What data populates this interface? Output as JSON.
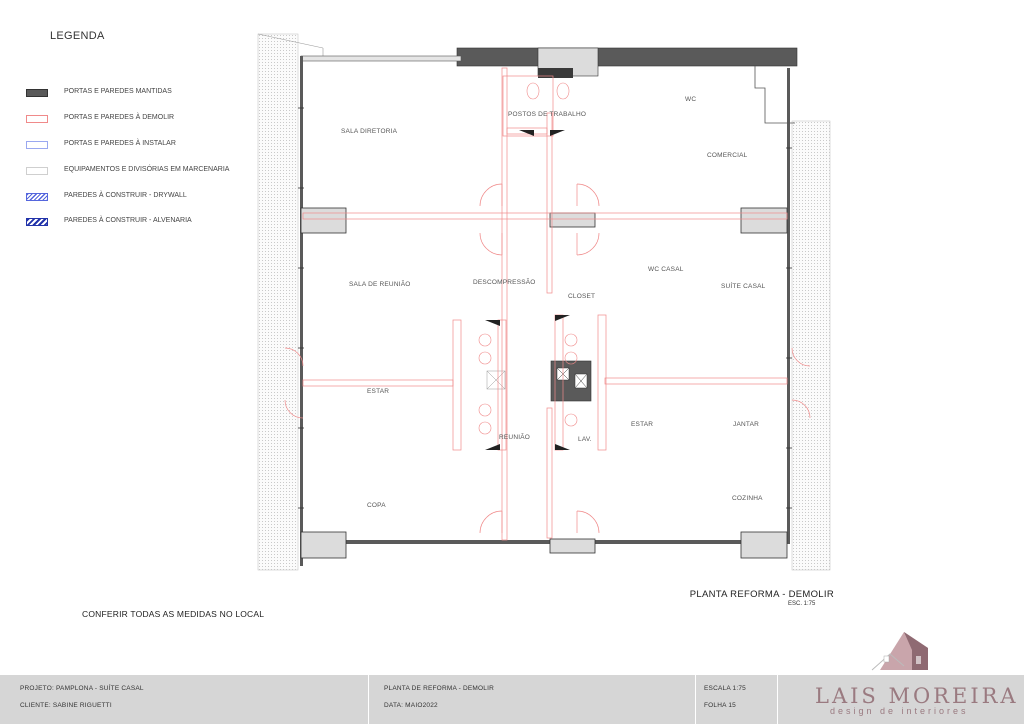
{
  "legend": {
    "title": "LEGENDA",
    "items": [
      {
        "label": "PORTAS E PAREDES MANTIDAS",
        "swatch": "mantidas",
        "color": "#5a5a5a"
      },
      {
        "label": "PORTAS E PAREDES À DEMOLIR",
        "swatch": "demolir",
        "color": "#f08a8a"
      },
      {
        "label": "PORTAS E PAREDES À INSTALAR",
        "swatch": "instalar",
        "color": "#9aa8f0"
      },
      {
        "label": "EQUIPAMENTOS E DIVISÓRIAS EM MARCENARIA",
        "swatch": "marcenaria",
        "color": "#cfcfcf"
      },
      {
        "label": "PAREDES À CONSTRUIR - DRYWALL",
        "swatch": "drywall",
        "color": "#5566dd"
      },
      {
        "label": "PAREDES À CONSTRUIR -  ALVENARIA",
        "swatch": "alvenaria",
        "color": "#2233aa"
      }
    ]
  },
  "rooms": {
    "sala_diretoria": "SALA DIRETORIA",
    "postos_trabalho": "POSTOS DE TRABALHO",
    "wc": "WC",
    "comercial": "COMERCIAL",
    "sala_reuniao": "SALA DE REUNIÃO",
    "descompressao": "DESCOMPRESSÃO",
    "closet": "CLOSET",
    "wc_casal": "WC CASAL",
    "suite_casal": "SUÍTE CASAL",
    "estar_left": "ESTAR",
    "reuniao": "REUNIÃO",
    "lav": "LAV.",
    "estar_right": "ESTAR",
    "jantar": "JANTAR",
    "copa": "COPA",
    "cozinha": "COZINHA"
  },
  "plan": {
    "title": "PLANTA REFORMA - DEMOLIR",
    "scale": "ESC. 1:75"
  },
  "note": "CONFERIR TODAS AS MEDIDAS NO LOCAL",
  "titleblock": {
    "projeto": "PROJETO: PAMPLONA - SUÍTE CASAL",
    "cliente": "CLIENTE: SABINE RIGUETTI",
    "planta": "PLANTA DE REFORMA - DEMOLIR",
    "data": "DATA: MAIO2022",
    "escala": "ESCALA 1:75",
    "folha": "FOLHA 15"
  },
  "brand": {
    "name": "LAIS MOREIRA",
    "subtitle": "design de interiores",
    "color": "#9a7a80"
  }
}
